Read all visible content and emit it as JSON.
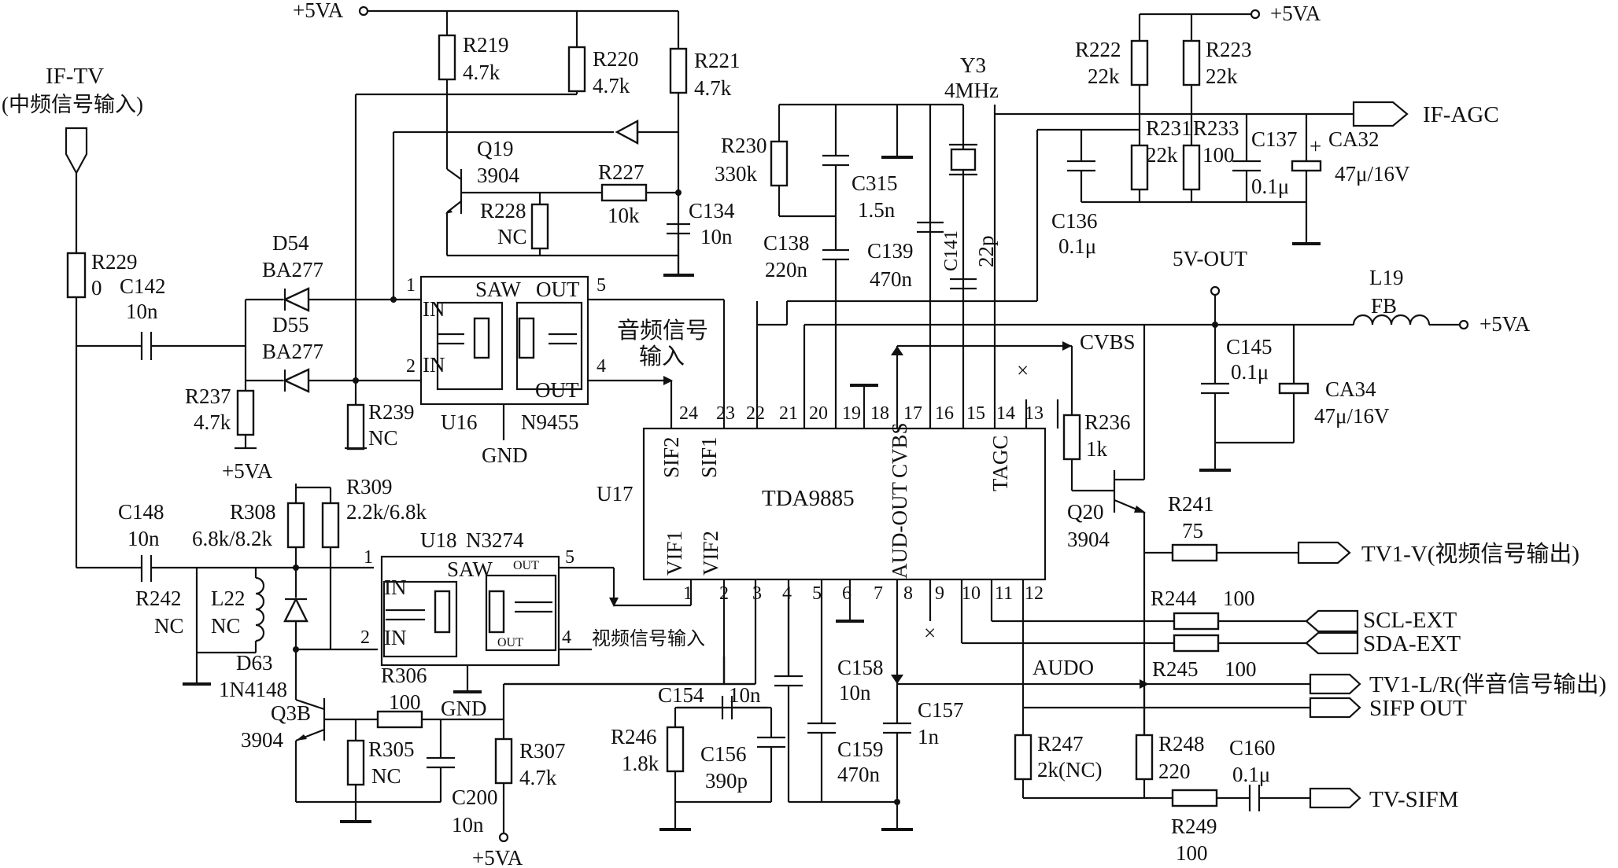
{
  "signals": {
    "if_tv": "IF-TV",
    "if_tv_cn": "(中频信号输入)",
    "vcc_top": "+5VA",
    "vcc_right_top": "+5VA",
    "vcc_mid_left": "+5VA",
    "vcc_bottom": "+5VA",
    "vcc_right": "+5VA",
    "if_agc": "IF-AGC",
    "out_5v": "5V-OUT",
    "cvbs": "CVBS",
    "audio_in": "音频信号",
    "audio_in2": "输入",
    "video_in": "视频信号输入",
    "tv1_v": "TV1-V(视频信号输出)",
    "scl": "SCL-EXT",
    "sda": "SDA-EXT",
    "tv1_lr": "TV1-L/R(伴音信号输出)",
    "sifp": "SIFP OUT",
    "tv_sifm": "TV-SIFM",
    "audo": "AUDO",
    "gnd1": "GND",
    "gnd2": "GND",
    "nc_x1": "×",
    "nc_x2": "×"
  },
  "ic": {
    "name": "TDA9885",
    "ref": "U17",
    "pins_top": [
      "24",
      "23",
      "22",
      "21",
      "20",
      "19",
      "18",
      "17",
      "16",
      "15",
      "14",
      "13"
    ],
    "pins_bottom": [
      "1",
      "2",
      "3",
      "4",
      "5",
      "6",
      "7",
      "8",
      "9",
      "10",
      "11",
      "12"
    ],
    "inner": {
      "sif2": "SIF2",
      "sif1": "SIF1",
      "cvbs": "CVBS",
      "aud_out": "AUD-OUT",
      "tagc": "TAGC",
      "vif1": "VIF1",
      "vif2": "VIF2"
    }
  },
  "saw1": {
    "ref": "U16",
    "part": "N9455",
    "title": "SAW",
    "out": "OUT",
    "out2": "OUT",
    "in1": "IN",
    "in2": "IN",
    "p1": "1",
    "p2": "2",
    "p4": "4",
    "p5": "5"
  },
  "saw2": {
    "ref": "U18",
    "part": "N3274",
    "title": "SAW",
    "out": "OUT",
    "out2": "OUT",
    "in1": "IN",
    "in2": "IN",
    "p1": "1",
    "p2": "2",
    "p4": "4",
    "p5": "5"
  },
  "parts": {
    "r219": {
      "ref": "R219",
      "val": "4.7k"
    },
    "r220": {
      "ref": "R220",
      "val": "4.7k"
    },
    "r221": {
      "ref": "R221",
      "val": "4.7k"
    },
    "q19": {
      "ref": "Q19",
      "val": "3904"
    },
    "r227": {
      "ref": "R227",
      "val": "10k"
    },
    "r228": {
      "ref": "R228",
      "val": "NC"
    },
    "c134": {
      "ref": "C134",
      "val": "10n"
    },
    "r229": {
      "ref": "R229",
      "val": "0"
    },
    "c142": {
      "ref": "C142",
      "val": "10n"
    },
    "d54": {
      "ref": "D54",
      "val": "BA277"
    },
    "d55": {
      "ref": "D55",
      "val": "BA277"
    },
    "r237": {
      "ref": "R237",
      "val": "4.7k"
    },
    "r239": {
      "ref": "R239",
      "val": "NC"
    },
    "r309": {
      "ref": "R309",
      "val": "2.2k/6.8k"
    },
    "r308": {
      "ref": "R308",
      "val": "6.8k/8.2k"
    },
    "c148": {
      "ref": "C148",
      "val": "10n"
    },
    "r242": {
      "ref": "R242",
      "val": "NC"
    },
    "l22": {
      "ref": "L22",
      "val": "NC"
    },
    "d63": {
      "ref": "D63",
      "val": "1N4148"
    },
    "q3b": {
      "ref": "Q3B",
      "val": "3904"
    },
    "r306": {
      "ref": "R306",
      "val": "100"
    },
    "r305": {
      "ref": "R305",
      "val": "NC"
    },
    "c200": {
      "ref": "C200",
      "val": "10n"
    },
    "r307": {
      "ref": "R307",
      "val": "4.7k"
    },
    "r230": {
      "ref": "R230",
      "val": "330k"
    },
    "c315": {
      "ref": "C315",
      "val": "1.5n"
    },
    "c138": {
      "ref": "C138",
      "val": "220n"
    },
    "c139": {
      "ref": "C139",
      "val": "470n"
    },
    "c141": {
      "ref": "C141",
      "val": "22p"
    },
    "y3": {
      "ref": "Y3",
      "val": "4MHz"
    },
    "r222": {
      "ref": "R222",
      "val": "22k"
    },
    "r223": {
      "ref": "R223",
      "val": "22k"
    },
    "r231": {
      "ref": "R231",
      "val": "22k"
    },
    "r233": {
      "ref": "R233",
      "val": "100"
    },
    "c137": {
      "ref": "C137",
      "val": "0.1μ"
    },
    "ca32": {
      "ref": "CA32",
      "val": "47μ/16V"
    },
    "c136": {
      "ref": "C136",
      "val": "0.1μ"
    },
    "l19": {
      "ref": "L19",
      "val": "FB"
    },
    "c145": {
      "ref": "C145",
      "val": "0.1μ"
    },
    "ca34": {
      "ref": "CA34",
      "val": "47μ/16V"
    },
    "r236": {
      "ref": "R236",
      "val": "1k"
    },
    "q20": {
      "ref": "Q20",
      "val": "3904"
    },
    "r241": {
      "ref": "R241",
      "val": "75"
    },
    "r244": {
      "ref": "R244",
      "val": "100"
    },
    "r245": {
      "ref": "R245",
      "val": "100"
    },
    "c154": {
      "ref": "C154",
      "val": "10n"
    },
    "c156": {
      "ref": "C156",
      "val": "390p"
    },
    "r246": {
      "ref": "R246",
      "val": "1.8k"
    },
    "c158": {
      "ref": "C158",
      "val": "10n"
    },
    "c159": {
      "ref": "C159",
      "val": "470n"
    },
    "c157": {
      "ref": "C157",
      "val": "1n"
    },
    "r247": {
      "ref": "R247",
      "val": "2k(NC)"
    },
    "r248": {
      "ref": "R248",
      "val": "220"
    },
    "c160": {
      "ref": "C160",
      "val": "0.1μ"
    },
    "r249": {
      "ref": "R249",
      "val": "100"
    }
  }
}
